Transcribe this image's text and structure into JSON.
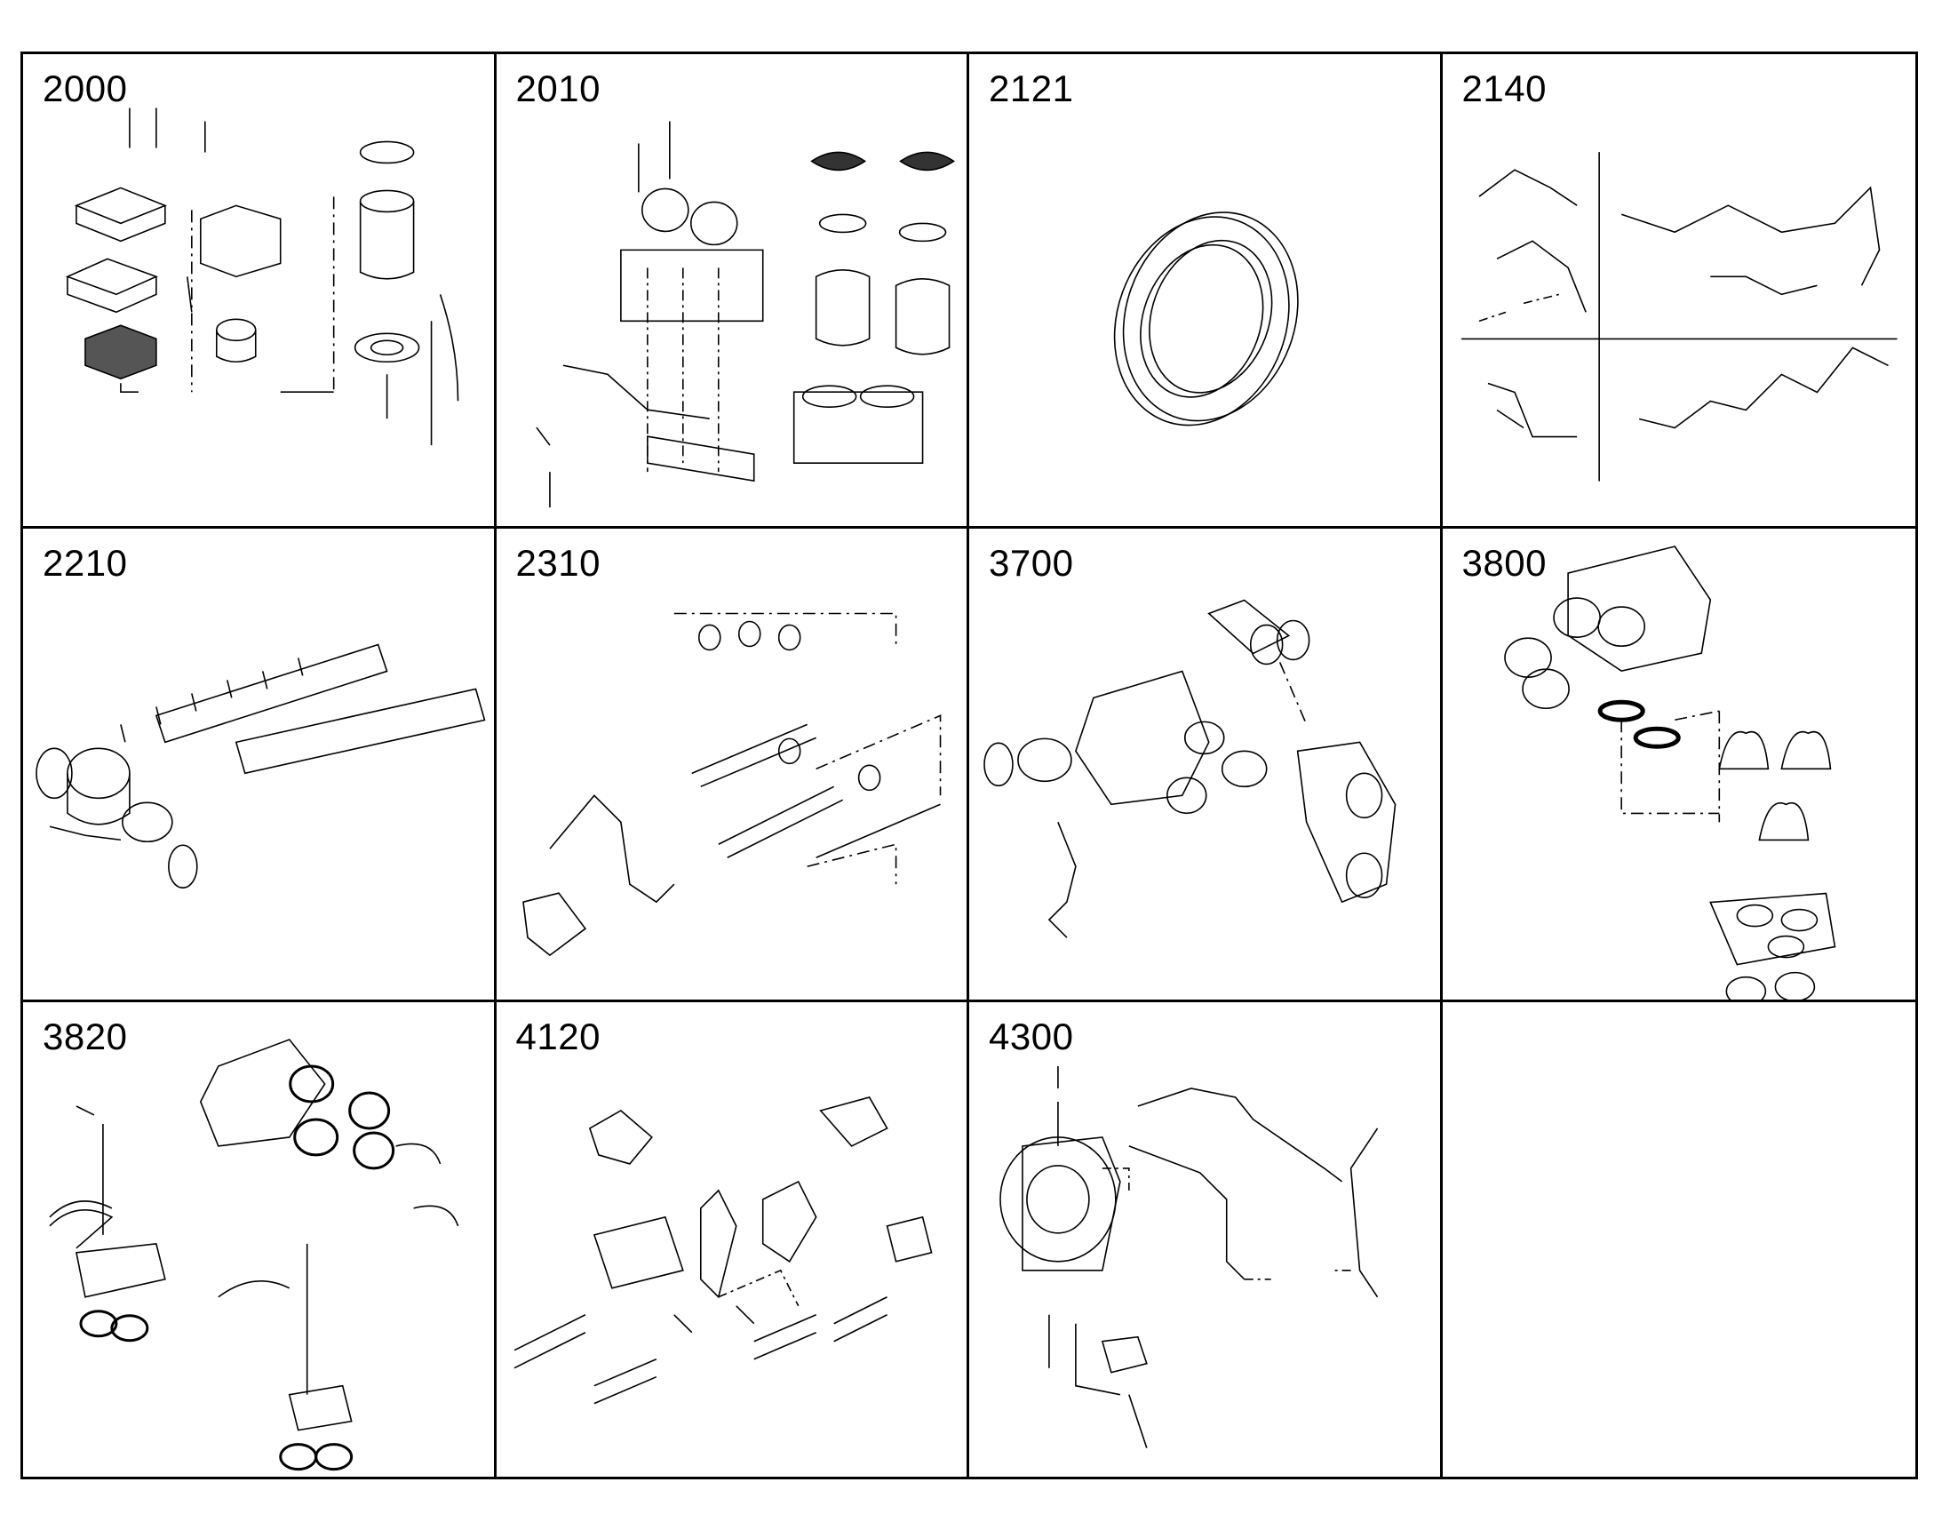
{
  "panels": [
    {
      "code": "2000",
      "art": "filter-housing-exploded-icon"
    },
    {
      "code": "2010",
      "art": "dual-fuel-filter-exploded-icon"
    },
    {
      "code": "2121",
      "art": "seal-ring-icon"
    },
    {
      "code": "2140",
      "art": "fuel-lines-exploded-icon"
    },
    {
      "code": "2210",
      "art": "intake-manifold-exploded-icon"
    },
    {
      "code": "2310",
      "art": "exhaust-pipe-exploded-icon"
    },
    {
      "code": "3700",
      "art": "housing-and-seals-exploded-icon"
    },
    {
      "code": "3800",
      "art": "thermostat-housing-exploded-icon"
    },
    {
      "code": "3820",
      "art": "coolant-fittings-exploded-icon"
    },
    {
      "code": "4120",
      "art": "brackets-and-fasteners-exploded-icon"
    },
    {
      "code": "4300",
      "art": "turbocharger-lines-exploded-icon"
    },
    {
      "code": "",
      "art": "empty-panel"
    }
  ]
}
